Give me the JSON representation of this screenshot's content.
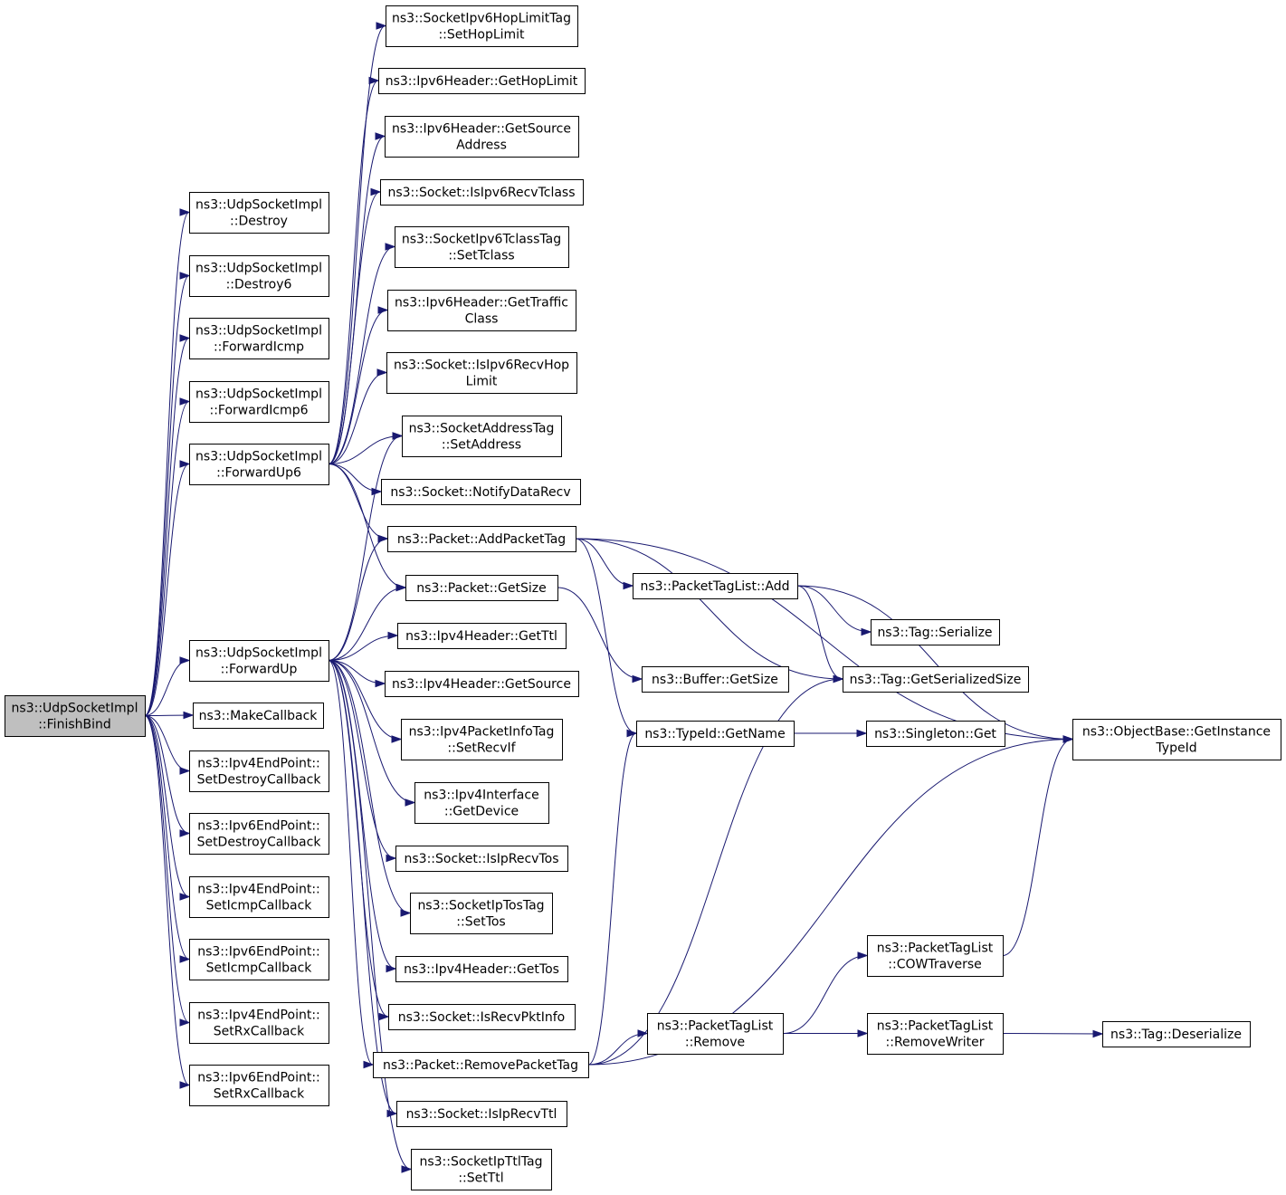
{
  "diagram": {
    "nodes": [
      {
        "id": "finishbind",
        "lines": [
          "ns3::UdpSocketImpl",
          "::FinishBind"
        ],
        "root": true
      },
      {
        "id": "destroy",
        "lines": [
          "ns3::UdpSocketImpl",
          "::Destroy"
        ]
      },
      {
        "id": "destroy6",
        "lines": [
          "ns3::UdpSocketImpl",
          "::Destroy6"
        ]
      },
      {
        "id": "forwardicmp",
        "lines": [
          "ns3::UdpSocketImpl",
          "::ForwardIcmp"
        ]
      },
      {
        "id": "forwardicmp6",
        "lines": [
          "ns3::UdpSocketImpl",
          "::ForwardIcmp6"
        ]
      },
      {
        "id": "forwardup6",
        "lines": [
          "ns3::UdpSocketImpl",
          "::ForwardUp6"
        ]
      },
      {
        "id": "forwardup",
        "lines": [
          "ns3::UdpSocketImpl",
          "::ForwardUp"
        ]
      },
      {
        "id": "makecallback",
        "lines": [
          "ns3::MakeCallback"
        ]
      },
      {
        "id": "ipv4ep_destroy",
        "lines": [
          "ns3::Ipv4EndPoint::",
          "SetDestroyCallback"
        ]
      },
      {
        "id": "ipv6ep_destroy",
        "lines": [
          "ns3::Ipv6EndPoint::",
          "SetDestroyCallback"
        ]
      },
      {
        "id": "ipv4ep_icmp",
        "lines": [
          "ns3::Ipv4EndPoint::",
          "SetIcmpCallback"
        ]
      },
      {
        "id": "ipv6ep_icmp",
        "lines": [
          "ns3::Ipv6EndPoint::",
          "SetIcmpCallback"
        ]
      },
      {
        "id": "ipv4ep_rx",
        "lines": [
          "ns3::Ipv4EndPoint::",
          "SetRxCallback"
        ]
      },
      {
        "id": "ipv6ep_rx",
        "lines": [
          "ns3::Ipv6EndPoint::",
          "SetRxCallback"
        ]
      },
      {
        "id": "hoplimittag",
        "lines": [
          "ns3::SocketIpv6HopLimitTag",
          "::SetHopLimit"
        ]
      },
      {
        "id": "ipv6_gethoplimit",
        "lines": [
          "ns3::Ipv6Header::GetHopLimit"
        ]
      },
      {
        "id": "ipv6_getsource",
        "lines": [
          "ns3::Ipv6Header::GetSource",
          "Address"
        ]
      },
      {
        "id": "isipv6recvtclass",
        "lines": [
          "ns3::Socket::IsIpv6RecvTclass"
        ]
      },
      {
        "id": "tclasstag",
        "lines": [
          "ns3::SocketIpv6TclassTag",
          "::SetTclass"
        ]
      },
      {
        "id": "ipv6_gettraffic",
        "lines": [
          "ns3::Ipv6Header::GetTraffic",
          "Class"
        ]
      },
      {
        "id": "isipv6recvhop",
        "lines": [
          "ns3::Socket::IsIpv6RecvHop",
          "Limit"
        ]
      },
      {
        "id": "addresstag",
        "lines": [
          "ns3::SocketAddressTag",
          "::SetAddress"
        ]
      },
      {
        "id": "notifydatarecv",
        "lines": [
          "ns3::Socket::NotifyDataRecv"
        ]
      },
      {
        "id": "addpackettag",
        "lines": [
          "ns3::Packet::AddPacketTag"
        ]
      },
      {
        "id": "packet_getsize",
        "lines": [
          "ns3::Packet::GetSize"
        ]
      },
      {
        "id": "ipv4_getttl",
        "lines": [
          "ns3::Ipv4Header::GetTtl"
        ]
      },
      {
        "id": "ipv4_getsource",
        "lines": [
          "ns3::Ipv4Header::GetSource"
        ]
      },
      {
        "id": "pktinfotag",
        "lines": [
          "ns3::Ipv4PacketInfoTag",
          "::SetRecvIf"
        ]
      },
      {
        "id": "ipv4if_getdevice",
        "lines": [
          "ns3::Ipv4Interface",
          "::GetDevice"
        ]
      },
      {
        "id": "isiprecvtos",
        "lines": [
          "ns3::Socket::IsIpRecvTos"
        ]
      },
      {
        "id": "tostag",
        "lines": [
          "ns3::SocketIpTosTag",
          "::SetTos"
        ]
      },
      {
        "id": "ipv4_gettos",
        "lines": [
          "ns3::Ipv4Header::GetTos"
        ]
      },
      {
        "id": "isrecvpktinfo",
        "lines": [
          "ns3::Socket::IsRecvPktInfo"
        ]
      },
      {
        "id": "removepackettag",
        "lines": [
          "ns3::Packet::RemovePacketTag"
        ]
      },
      {
        "id": "isiprecvttl",
        "lines": [
          "ns3::Socket::IsIpRecvTtl"
        ]
      },
      {
        "id": "ttltag",
        "lines": [
          "ns3::SocketIpTtlTag",
          "::SetTtl"
        ]
      },
      {
        "id": "ptl_add",
        "lines": [
          "ns3::PacketTagList::Add"
        ]
      },
      {
        "id": "buffer_getsize",
        "lines": [
          "ns3::Buffer::GetSize"
        ]
      },
      {
        "id": "typeid_getname",
        "lines": [
          "ns3::TypeId::GetName"
        ]
      },
      {
        "id": "ptl_remove",
        "lines": [
          "ns3::PacketTagList",
          "::Remove"
        ]
      },
      {
        "id": "tag_serialize",
        "lines": [
          "ns3::Tag::Serialize"
        ]
      },
      {
        "id": "tag_getserializedsize",
        "lines": [
          "ns3::Tag::GetSerializedSize"
        ]
      },
      {
        "id": "singleton_get",
        "lines": [
          "ns3::Singleton::Get"
        ]
      },
      {
        "id": "ptl_cowtraverse",
        "lines": [
          "ns3::PacketTagList",
          "::COWTraverse"
        ]
      },
      {
        "id": "ptl_removewriter",
        "lines": [
          "ns3::PacketTagList",
          "::RemoveWriter"
        ]
      },
      {
        "id": "objectbase_getinstancetypeid",
        "lines": [
          "ns3::ObjectBase::GetInstance",
          "TypeId"
        ]
      },
      {
        "id": "tag_deserialize",
        "lines": [
          "ns3::Tag::Deserialize"
        ]
      }
    ],
    "edges": [
      [
        "finishbind",
        "destroy"
      ],
      [
        "finishbind",
        "destroy6"
      ],
      [
        "finishbind",
        "forwardicmp"
      ],
      [
        "finishbind",
        "forwardicmp6"
      ],
      [
        "finishbind",
        "forwardup6"
      ],
      [
        "finishbind",
        "forwardup"
      ],
      [
        "finishbind",
        "makecallback"
      ],
      [
        "finishbind",
        "ipv4ep_destroy"
      ],
      [
        "finishbind",
        "ipv6ep_destroy"
      ],
      [
        "finishbind",
        "ipv4ep_icmp"
      ],
      [
        "finishbind",
        "ipv6ep_icmp"
      ],
      [
        "finishbind",
        "ipv4ep_rx"
      ],
      [
        "finishbind",
        "ipv6ep_rx"
      ],
      [
        "forwardup6",
        "hoplimittag"
      ],
      [
        "forwardup6",
        "ipv6_gethoplimit"
      ],
      [
        "forwardup6",
        "ipv6_getsource"
      ],
      [
        "forwardup6",
        "isipv6recvtclass"
      ],
      [
        "forwardup6",
        "tclasstag"
      ],
      [
        "forwardup6",
        "ipv6_gettraffic"
      ],
      [
        "forwardup6",
        "isipv6recvhop"
      ],
      [
        "forwardup6",
        "addresstag"
      ],
      [
        "forwardup6",
        "notifydatarecv"
      ],
      [
        "forwardup6",
        "addpackettag"
      ],
      [
        "forwardup6",
        "packet_getsize"
      ],
      [
        "forwardup",
        "addresstag"
      ],
      [
        "forwardup",
        "addpackettag"
      ],
      [
        "forwardup",
        "packet_getsize"
      ],
      [
        "forwardup",
        "ipv4_getttl"
      ],
      [
        "forwardup",
        "ipv4_getsource"
      ],
      [
        "forwardup",
        "pktinfotag"
      ],
      [
        "forwardup",
        "ipv4if_getdevice"
      ],
      [
        "forwardup",
        "isiprecvtos"
      ],
      [
        "forwardup",
        "tostag"
      ],
      [
        "forwardup",
        "ipv4_gettos"
      ],
      [
        "forwardup",
        "isrecvpktinfo"
      ],
      [
        "forwardup",
        "removepackettag"
      ],
      [
        "forwardup",
        "isiprecvttl"
      ],
      [
        "forwardup",
        "ttltag"
      ],
      [
        "addpackettag",
        "objectbase_getinstancetypeid"
      ],
      [
        "addpackettag",
        "ptl_add"
      ],
      [
        "addpackettag",
        "tag_getserializedsize"
      ],
      [
        "addpackettag",
        "typeid_getname"
      ],
      [
        "packet_getsize",
        "buffer_getsize"
      ],
      [
        "ptl_add",
        "objectbase_getinstancetypeid"
      ],
      [
        "ptl_add",
        "tag_serialize"
      ],
      [
        "ptl_add",
        "tag_getserializedsize"
      ],
      [
        "typeid_getname",
        "singleton_get"
      ],
      [
        "removepackettag",
        "objectbase_getinstancetypeid"
      ],
      [
        "removepackettag",
        "ptl_remove"
      ],
      [
        "removepackettag",
        "tag_getserializedsize"
      ],
      [
        "removepackettag",
        "typeid_getname"
      ],
      [
        "ptl_remove",
        "ptl_cowtraverse"
      ],
      [
        "ptl_remove",
        "ptl_removewriter"
      ],
      [
        "ptl_cowtraverse",
        "objectbase_getinstancetypeid"
      ],
      [
        "ptl_removewriter",
        "tag_deserialize"
      ]
    ]
  }
}
